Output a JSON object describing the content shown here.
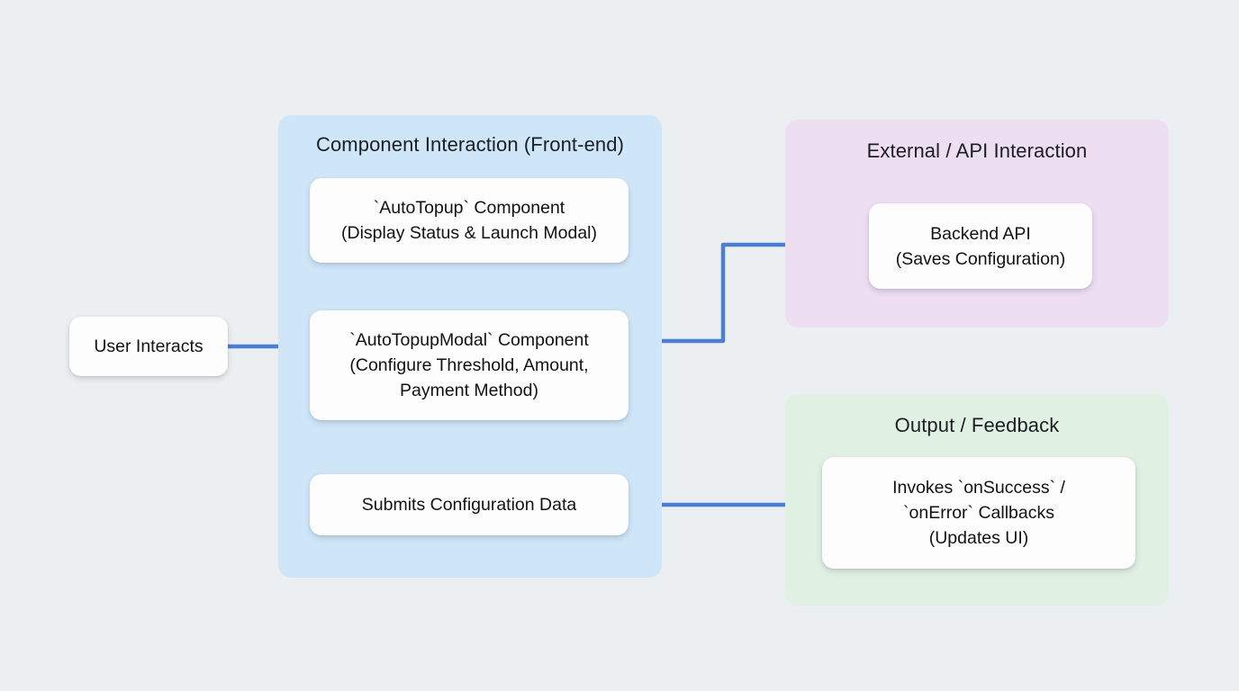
{
  "canvas": {
    "background_color": "#eceff1",
    "edge_color": "#4a7fd4"
  },
  "clusters": [
    {
      "id": "frontend",
      "title": "Component Interaction (Front-end)",
      "color": "#cfe6f9"
    },
    {
      "id": "api",
      "title": "External / API Interaction",
      "color": "#eedef2"
    },
    {
      "id": "output",
      "title": "Output / Feedback",
      "color": "#e0f0e2"
    }
  ],
  "nodes": {
    "user": {
      "label": "User Interacts"
    },
    "autotopup": {
      "label": "`AutoTopup` Component\n(Display Status & Launch Modal)"
    },
    "modal": {
      "label": "`AutoTopupModal` Component\n(Configure Threshold, Amount,\nPayment Method)"
    },
    "submits": {
      "label": "Submits Configuration Data"
    },
    "backend": {
      "label": "Backend API\n(Saves Configuration)"
    },
    "callbacks": {
      "label": "Invokes `onSuccess` /\n`onError` Callbacks\n(Updates UI)"
    }
  },
  "edges": [
    {
      "id": "user-to-frontend",
      "from": "user",
      "to": "frontend-cluster"
    },
    {
      "id": "autotopup-to-modal",
      "from": "autotopup",
      "to": "modal"
    },
    {
      "id": "modal-to-submits",
      "from": "modal",
      "to": "submits"
    },
    {
      "id": "modal-to-backend",
      "from": "modal",
      "to": "backend"
    },
    {
      "id": "submits-to-callbacks",
      "from": "submits",
      "to": "callbacks"
    }
  ]
}
